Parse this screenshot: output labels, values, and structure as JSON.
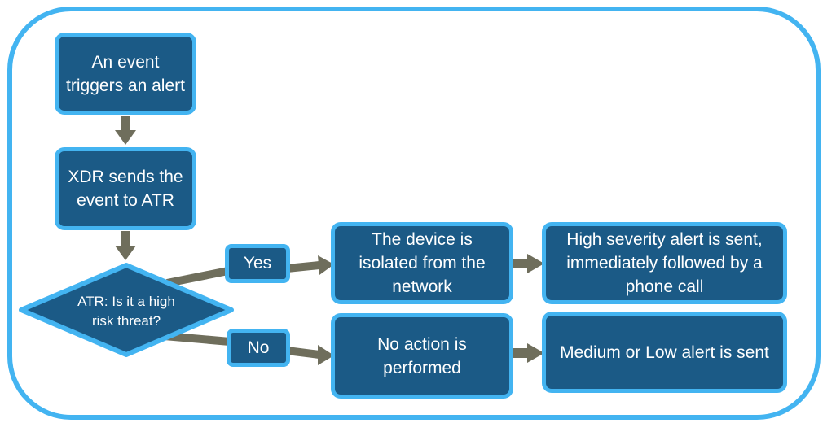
{
  "nodes": {
    "event": "An event triggers an alert",
    "xdr": "XDR sends the event to ATR",
    "decision": "ATR: Is it a high risk threat?",
    "isolated": "The device is isolated from the network",
    "high_alert": "High severity alert is sent, immediately followed by a phone call",
    "no_action": "No action is performed",
    "low_alert": "Medium or Low alert is sent"
  },
  "edges": {
    "yes": "Yes",
    "no": "No"
  },
  "colors": {
    "box_fill": "#1b5a86",
    "box_border": "#43b4f1",
    "arrow": "#6f6e5c",
    "frame": "#43b4f1"
  }
}
